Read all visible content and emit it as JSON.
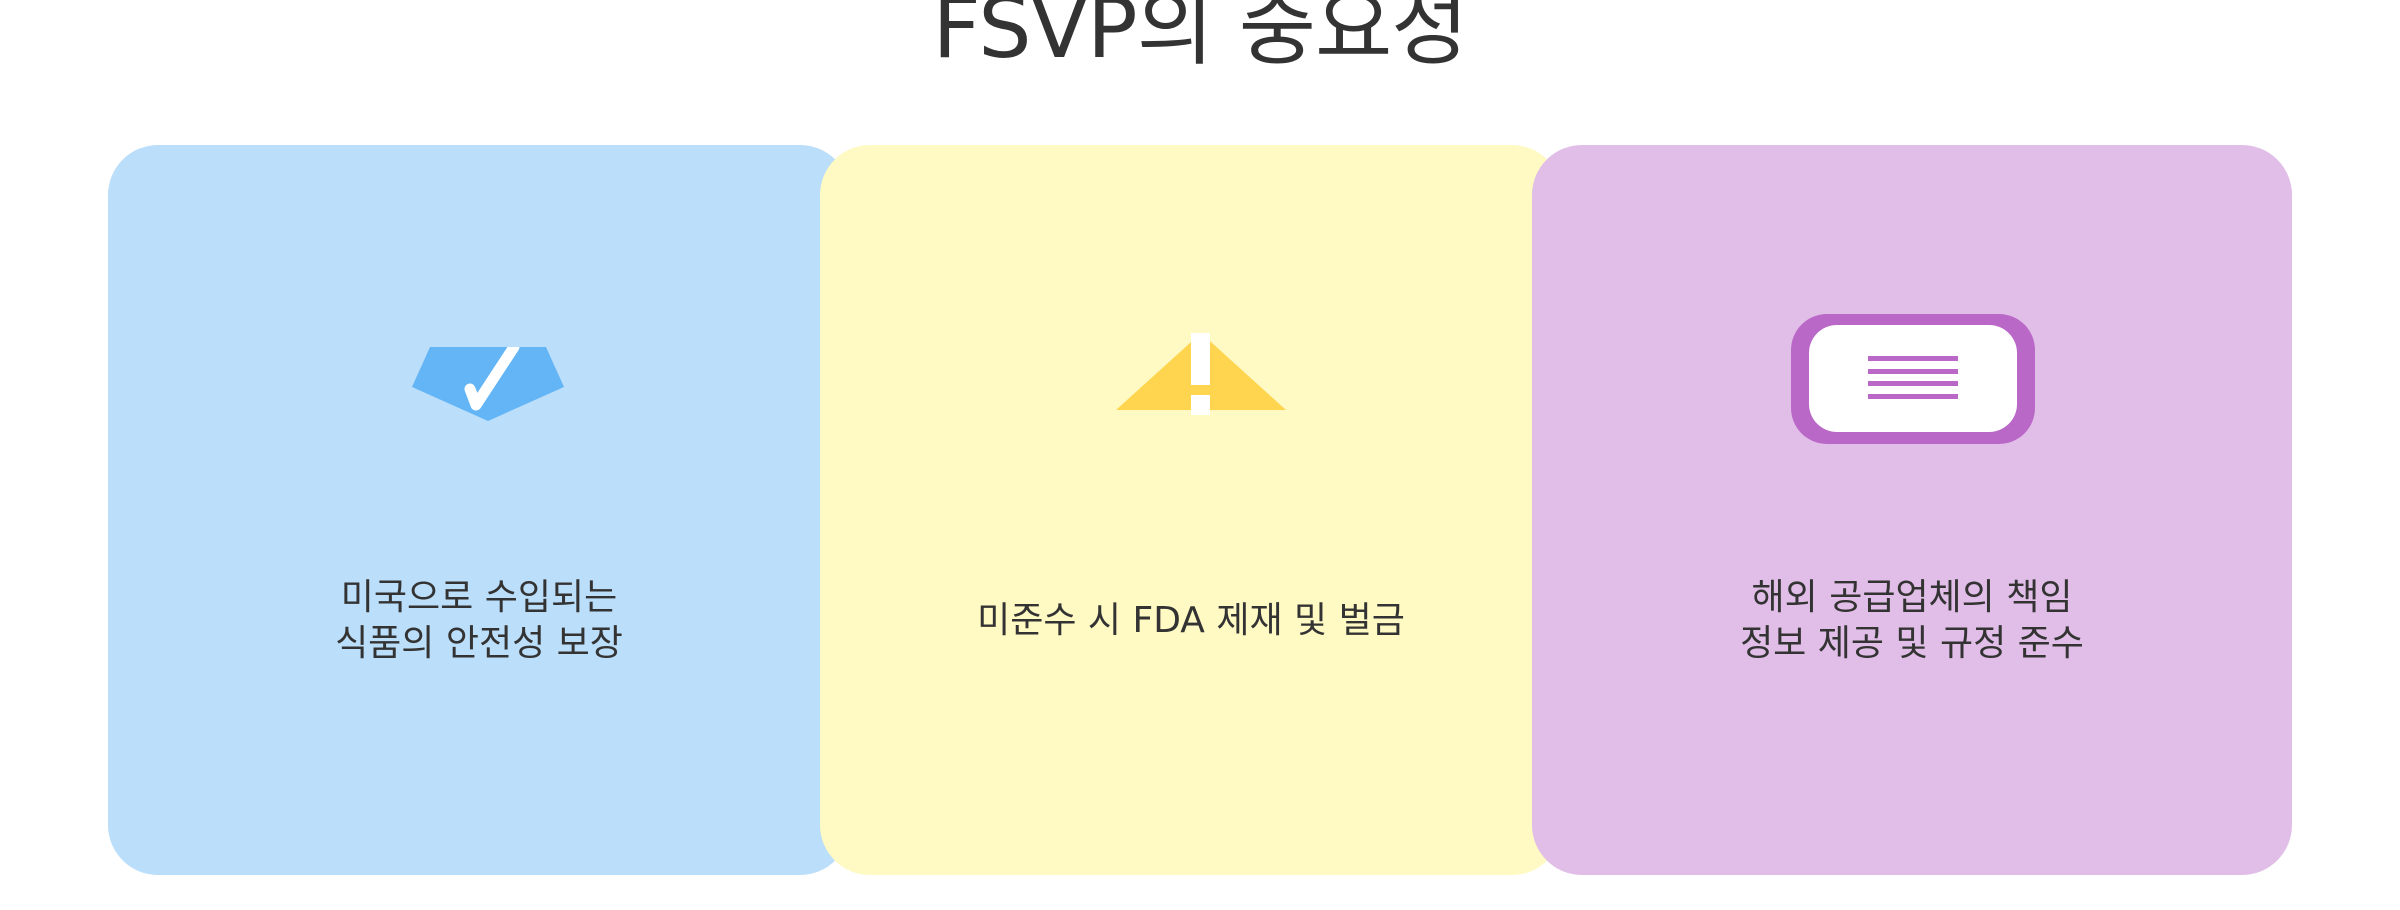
{
  "title": "FSVP의 중요성",
  "cards": [
    {
      "icon": "shield-check-icon",
      "color": "#bbdefa",
      "icon_color": "#64b5f6",
      "lines": [
        "미국으로 수입되는",
        "식품의 안전성 보장"
      ]
    },
    {
      "icon": "warning-triangle-icon",
      "color": "#fff9c4",
      "icon_color": "#ffd54f",
      "lines": [
        "미준수 시 FDA 제재 및 벌금"
      ]
    },
    {
      "icon": "document-icon",
      "color": "#e1bee7",
      "icon_color": "#ba68c8",
      "lines": [
        "해외 공급업체의 책임",
        "정보 제공 및 규정 준수"
      ]
    }
  ]
}
